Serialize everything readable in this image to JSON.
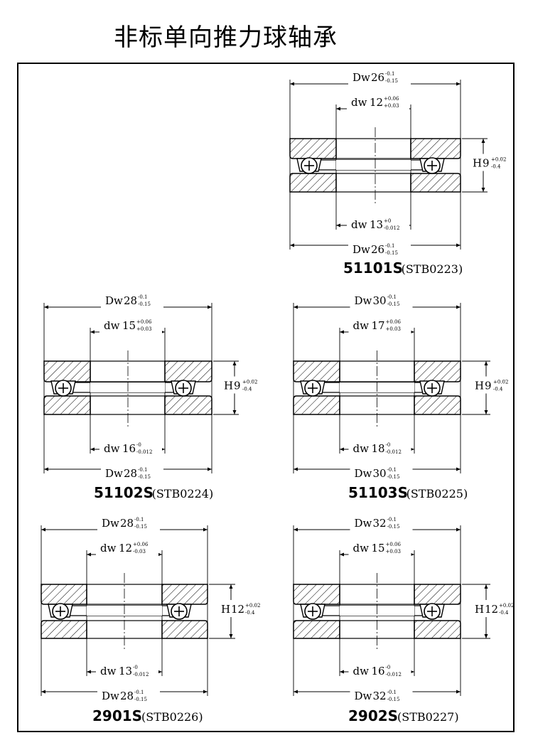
{
  "title": "非标单向推力球轴承",
  "diagrams": [
    {
      "id": "51101s",
      "model": "51101S",
      "code": "(STB0223)",
      "Dw_top": {
        "prefix": "Dw",
        "value": "26",
        "upper": "-0.1",
        "lower": "-0.15"
      },
      "dw_top": {
        "prefix": "dw",
        "value": "12",
        "upper": "+0.06",
        "lower": "+0.03"
      },
      "dw_bottom": {
        "prefix": "dw",
        "value": "13",
        "upper": "+0",
        "lower": "-0.012"
      },
      "Dw_bottom": {
        "prefix": "Dw",
        "value": "26",
        "upper": "-0.1",
        "lower": "-0.15"
      },
      "H": {
        "prefix": "H",
        "value": "9",
        "upper": "+0.02",
        "lower": "-0.4"
      }
    },
    {
      "id": "51102s",
      "model": "51102S",
      "code": "(STB0224)",
      "Dw_top": {
        "prefix": "Dw",
        "value": "28",
        "upper": "-0.1",
        "lower": "-0.15"
      },
      "dw_top": {
        "prefix": "dw",
        "value": "15",
        "upper": "+0.06",
        "lower": "+0.03"
      },
      "dw_bottom": {
        "prefix": "dw",
        "value": "16",
        "upper": "-0",
        "lower": "-0.012"
      },
      "Dw_bottom": {
        "prefix": "Dw",
        "value": "28",
        "upper": "-0.1",
        "lower": "-0.15"
      },
      "H": {
        "prefix": "H",
        "value": "9",
        "upper": "+0.02",
        "lower": "-0.4"
      }
    },
    {
      "id": "51103s",
      "model": "51103S",
      "code": "(STB0225)",
      "Dw_top": {
        "prefix": "Dw",
        "value": "30",
        "upper": "-0.1",
        "lower": "-0.15"
      },
      "dw_top": {
        "prefix": "dw",
        "value": "17",
        "upper": "+0.06",
        "lower": "+0.03"
      },
      "dw_bottom": {
        "prefix": "dw",
        "value": "18",
        "upper": "-0",
        "lower": "-0.012"
      },
      "Dw_bottom": {
        "prefix": "Dw",
        "value": "30",
        "upper": "-0.1",
        "lower": "-0.15"
      },
      "H": {
        "prefix": "H",
        "value": "9",
        "upper": "+0.02",
        "lower": "-0.4"
      }
    },
    {
      "id": "2901s",
      "model": "2901S",
      "code": "(STB0226)",
      "Dw_top": {
        "prefix": "Dw",
        "value": "28",
        "upper": "-0.1",
        "lower": "-0.15"
      },
      "dw_top": {
        "prefix": "dw",
        "value": "12",
        "upper": "+0.06",
        "lower": "-0.03"
      },
      "dw_bottom": {
        "prefix": "dw",
        "value": "13",
        "upper": "-0",
        "lower": "-0.012"
      },
      "Dw_bottom": {
        "prefix": "Dw",
        "value": "28",
        "upper": "-0.1",
        "lower": "-0.15"
      },
      "H": {
        "prefix": "H",
        "value": "12",
        "upper": "+0.02",
        "lower": "-0.4"
      }
    },
    {
      "id": "2902s",
      "model": "2902S",
      "code": "(STB0227)",
      "Dw_top": {
        "prefix": "Dw",
        "value": "32",
        "upper": "-0.1",
        "lower": "-0.15"
      },
      "dw_top": {
        "prefix": "dw",
        "value": "15",
        "upper": "+0.06",
        "lower": "+0.03"
      },
      "dw_bottom": {
        "prefix": "dw",
        "value": "16",
        "upper": "-0",
        "lower": "-0.012"
      },
      "Dw_bottom": {
        "prefix": "Dw",
        "value": "32",
        "upper": "-0.1",
        "lower": "-0.15"
      },
      "H": {
        "prefix": "H",
        "value": "12",
        "upper": "+0.02",
        "lower": "-0.4"
      }
    }
  ]
}
